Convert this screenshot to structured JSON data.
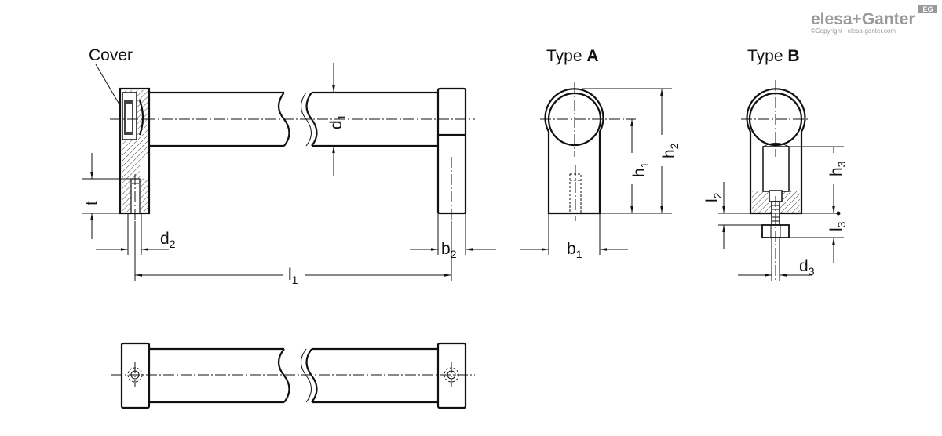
{
  "brand": {
    "name_left": "elesa",
    "name_plus": "+",
    "name_right": "Ganter",
    "badge": "EG",
    "copyright": "©Copyright | elesa-ganter.com"
  },
  "labels": {
    "cover": "Cover",
    "type_a_word": "Type ",
    "type_a_letter": "A",
    "type_b_word": "Type ",
    "type_b_letter": "B"
  },
  "dimensions": {
    "d1": {
      "base": "d",
      "sub": "1"
    },
    "d2": {
      "base": "d",
      "sub": "2"
    },
    "d3": {
      "base": "d",
      "sub": "3"
    },
    "t": {
      "base": "t",
      "sub": ""
    },
    "b1": {
      "base": "b",
      "sub": "1"
    },
    "b2": {
      "base": "b",
      "sub": "2"
    },
    "l1": {
      "base": "l",
      "sub": "1"
    },
    "l2": {
      "base": "l",
      "sub": "2"
    },
    "l3": {
      "base": "l",
      "sub": "3"
    },
    "h1": {
      "base": "h",
      "sub": "1"
    },
    "h2": {
      "base": "h",
      "sub": "2"
    },
    "h3": {
      "base": "h",
      "sub": "3"
    }
  },
  "colors": {
    "line": "#111111",
    "logo_gray": "#9a9a9a",
    "cover_fill": "#444444"
  }
}
